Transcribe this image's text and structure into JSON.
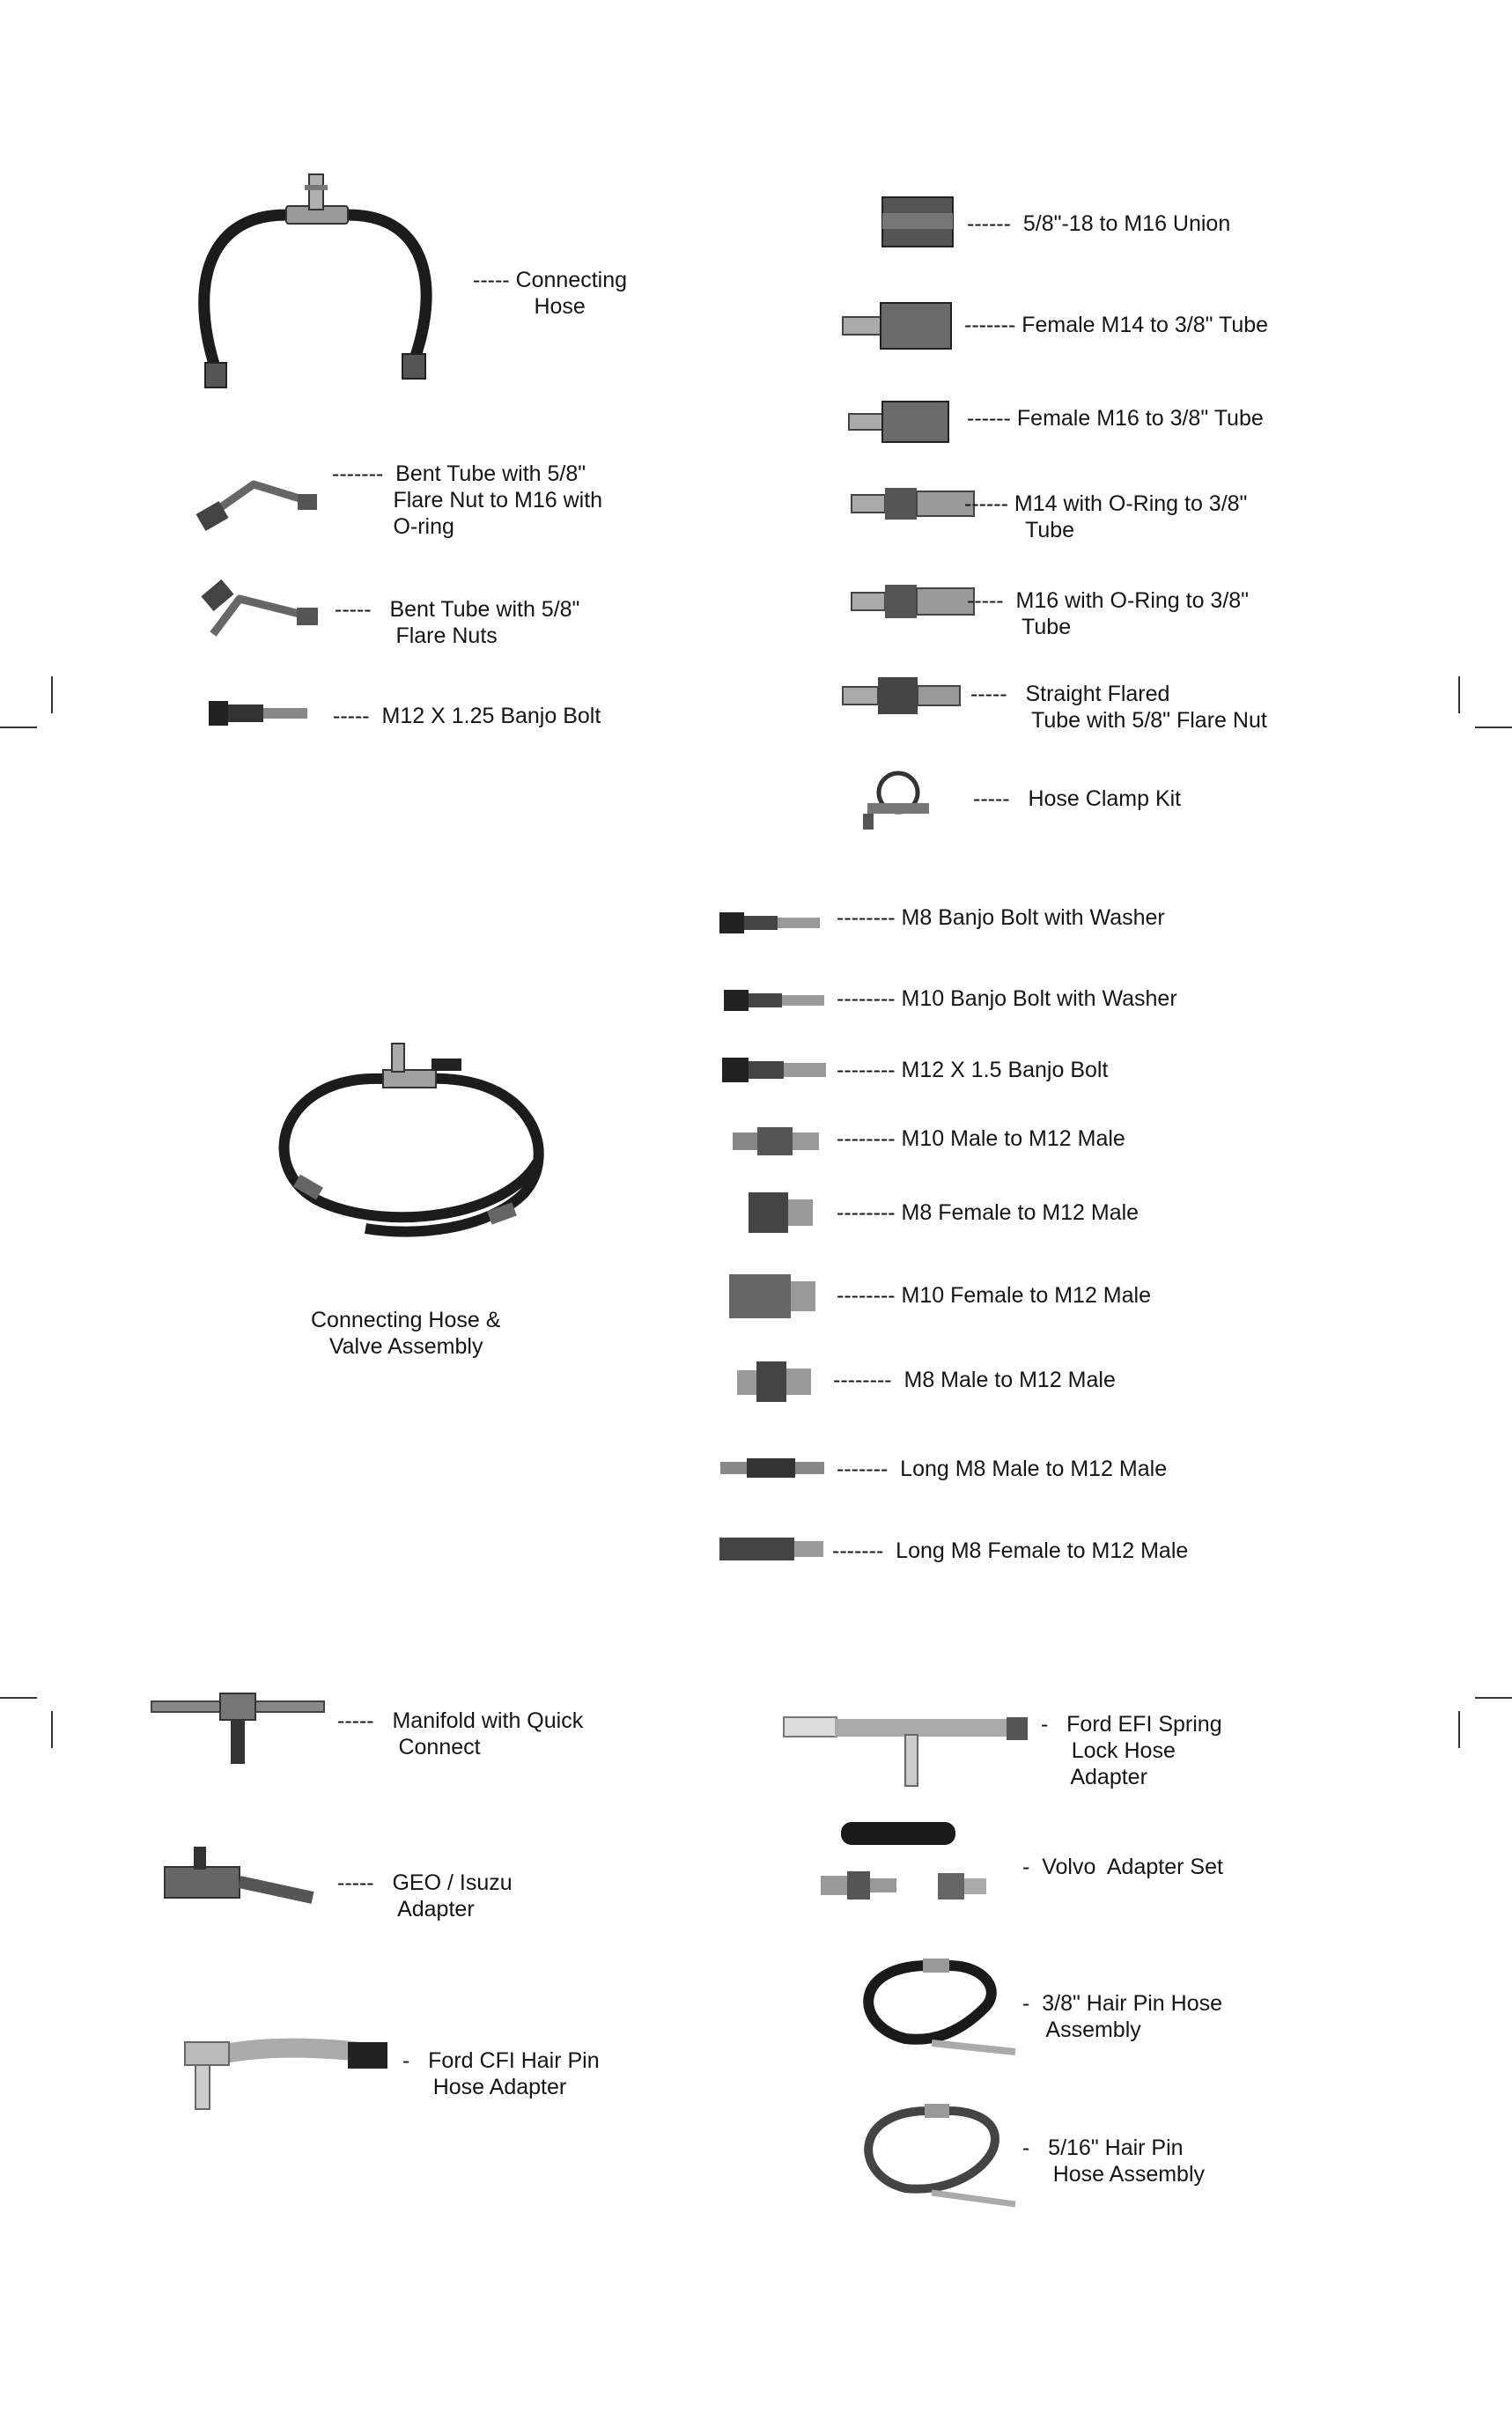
{
  "parts": {
    "connecting_hose": "----- Connecting\n          Hose",
    "union": "------  5/8\"-18 to M16 Union",
    "female_m14": "------- Female M14 to 3/8\" Tube",
    "female_m16": "------ Female M16 to 3/8\" Tube",
    "bent_m16": "-------  Bent Tube with 5/8\"\n          Flare Nut to M16 with\n          O-ring",
    "m14_oring": "------ M14 with O-Ring to 3/8\"\n          Tube",
    "m16_oring": "-----  M16 with O-Ring to 3/8\"\n         Tube",
    "bent_flare": "-----   Bent Tube with 5/8\"\n          Flare Nuts",
    "banjo_m12_125": "-----  M12 X 1.25 Banjo Bolt",
    "straight_flared": "-----   Straight Flared\n          Tube with 5/8\" Flare Nut",
    "hose_clamp": "-----   Hose Clamp Kit",
    "m8_banjo": "-------- M8 Banjo Bolt with Washer",
    "m10_banjo": "-------- M10 Banjo Bolt with Washer",
    "m12_banjo": "-------- M12 X 1.5 Banjo Bolt",
    "m10m_m12m": "-------- M10 Male to M12 Male",
    "m8f_m12m": "-------- M8 Female to M12 Male",
    "m10f_m12m": "-------- M10 Female to M12 Male",
    "m8m_m12m": "--------  M8 Male to M12 Male",
    "long_m8m": "-------  Long M8 Male to M12 Male",
    "long_m8f": "-------  Long M8 Female to M12 Male",
    "hose_valve": "Connecting Hose &\n   Valve Assembly",
    "manifold": "-----   Manifold with Quick\n          Connect",
    "ford_efi": "-   Ford EFI Spring\n     Lock Hose\n     Adapter",
    "volvo": "-  Volvo  Adapter Set",
    "geo": "-----   GEO / Isuzu\n          Adapter",
    "hairpin_38": "-  3/8\" Hair Pin Hose\n    Assembly",
    "ford_cfi": "-   Ford CFI Hair Pin\n     Hose Adapter",
    "hairpin_516": "-   5/16\" Hair Pin\n     Hose Assembly"
  }
}
